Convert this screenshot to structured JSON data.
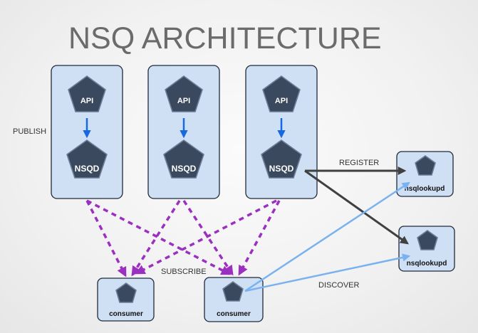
{
  "title": "NSQ ARCHITECTURE",
  "labels": {
    "publish": "PUBLISH",
    "register": "REGISTER",
    "subscribe": "SUBSCRIBE",
    "discover": "DISCOVER"
  },
  "nodes": {
    "api": "API",
    "nsqd": "NSQD",
    "nsqlookupd": "nsqlookupd",
    "consumer": "consumer"
  },
  "colors": {
    "box_fill": "#cfe0f5",
    "pentagon_fill": "#3b495e",
    "publish_arrow": "#1868e0",
    "subscribe_arrow": "#9b2fc0",
    "register_arrow": "#404040",
    "discover_arrow": "#7ab2f0"
  }
}
